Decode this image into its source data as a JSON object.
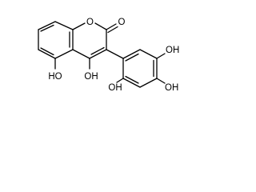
{
  "molecule": {
    "ring_oxygen": "O",
    "carbonyl_oxygen": "O",
    "hydroxyl_c4": "OH",
    "hydroxyl_c5": "HO",
    "hydroxyl_aryl_2": "OH",
    "hydroxyl_aryl_4": "OH",
    "hydroxyl_aryl_5": "OH"
  },
  "colors": {
    "bond": "#000000",
    "label": "#000000",
    "background": "#ffffff"
  }
}
